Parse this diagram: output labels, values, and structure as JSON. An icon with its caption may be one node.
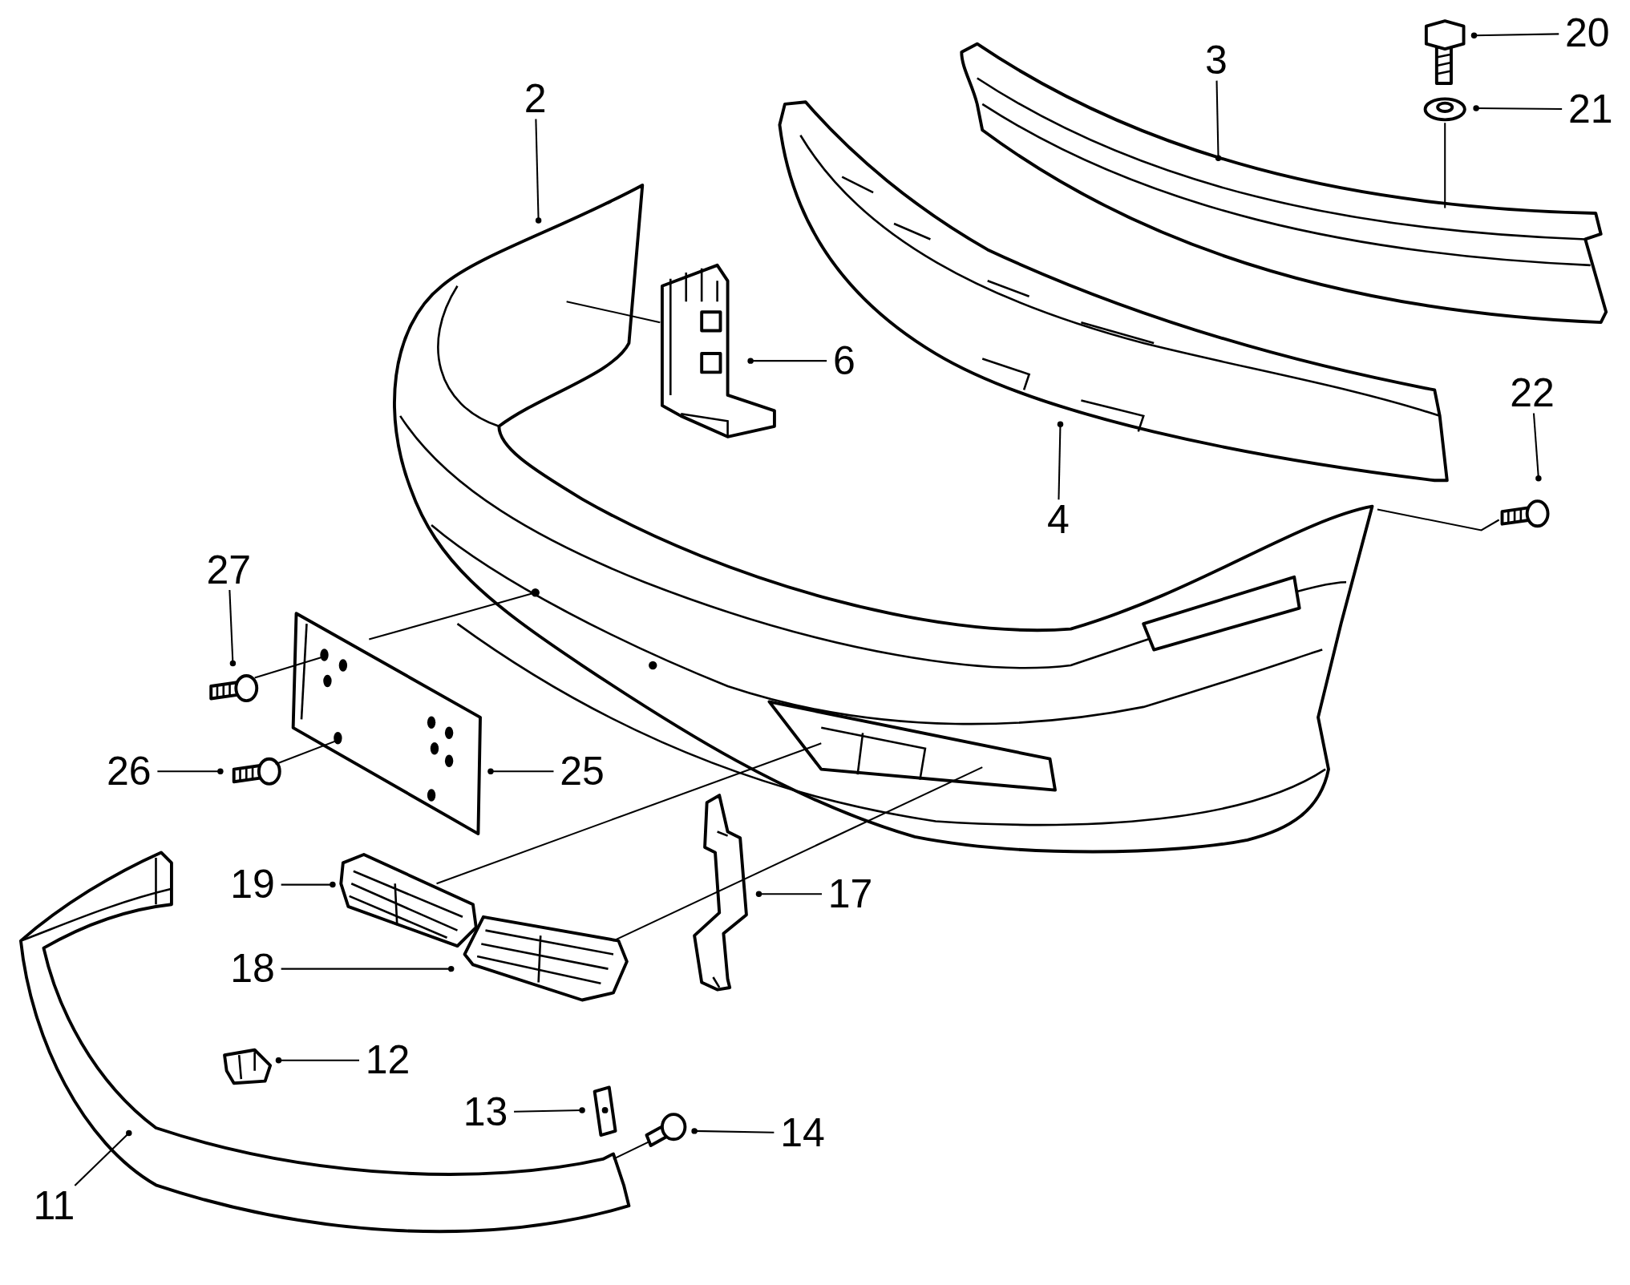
{
  "diagram": {
    "nodes": [
      {
        "text": [
          "2"
        ]
      },
      {
        "text": [
          "3"
        ]
      },
      {
        "text": [
          "20"
        ]
      },
      {
        "text": [
          "21"
        ]
      },
      {
        "text": [
          "6"
        ]
      },
      {
        "text": [
          "22"
        ]
      },
      {
        "text": [
          "4"
        ]
      },
      {
        "text": [
          "27"
        ]
      },
      {
        "text": [
          "26"
        ]
      },
      {
        "text": [
          "25"
        ]
      },
      {
        "text": [
          "19"
        ]
      },
      {
        "text": [
          "17"
        ]
      },
      {
        "text": [
          "18"
        ]
      },
      {
        "text": [
          "12"
        ]
      },
      {
        "text": [
          "13"
        ]
      },
      {
        "text": [
          "14"
        ]
      },
      {
        "text": [
          "11"
        ]
      },
      {
        "text": [],
        "shape": "picture"
      },
      {
        "text": [],
        "shape": "picture"
      },
      {
        "text": [],
        "shape": "picture"
      },
      {
        "text": [],
        "shape": "picture"
      },
      {
        "text": [],
        "shape": "picture"
      },
      {
        "text": [],
        "shape": "picture"
      },
      {
        "text": [],
        "shape": "picture"
      },
      {
        "text": [],
        "shape": "picture"
      },
      {
        "text": [],
        "shape": "picture"
      },
      {
        "text": [],
        "shape": "picture"
      },
      {
        "text": [],
        "shape": "picture"
      },
      {
        "text": [],
        "shape": "picture"
      },
      {
        "text": [],
        "shape": "picture"
      },
      {
        "text": [],
        "shape": "picture"
      },
      {
        "text": [],
        "shape": "picture"
      },
      {
        "text": [],
        "shape": "picture"
      },
      {
        "text": [],
        "shape": "picture"
      }
    ],
    "edges": [
      {
        "from": 0,
        "to": 17,
        "arrow": "other"
      },
      {
        "from": 1,
        "to": 18,
        "arrow": "other"
      },
      {
        "from": 2,
        "to": 19,
        "arrow": "other"
      },
      {
        "from": 3,
        "to": 20,
        "arrow": "other"
      },
      {
        "from": 4,
        "to": 21,
        "arrow": "other"
      },
      {
        "from": 5,
        "to": 23,
        "arrow": "other"
      },
      {
        "from": 6,
        "to": 22,
        "arrow": "other"
      },
      {
        "from": 7,
        "to": 24,
        "arrow": "other"
      },
      {
        "from": 8,
        "to": 25,
        "arrow": "other"
      },
      {
        "from": 9,
        "to": 26,
        "arrow": "other"
      },
      {
        "from": 10,
        "to": 27,
        "arrow": "other"
      },
      {
        "from": 11,
        "to": 28,
        "arrow": "other"
      },
      {
        "from": 12,
        "to": 29,
        "arrow": "other"
      },
      {
        "from": 13,
        "to": 31,
        "arrow": "other"
      },
      {
        "from": 14,
        "to": 32,
        "arrow": "other"
      },
      {
        "from": 15,
        "to": 33,
        "arrow": "other"
      },
      {
        "from": 16,
        "to": 30,
        "arrow": "other"
      },
      {
        "from": 21,
        "to": 17,
        "arrow": "none"
      },
      {
        "from": 20,
        "to": 18,
        "arrow": "none"
      },
      {
        "from": 23,
        "to": 17,
        "arrow": "none"
      },
      {
        "from": 26,
        "to": 17,
        "arrow": "none"
      },
      {
        "from": 24,
        "to": 26,
        "arrow": "none"
      },
      {
        "from": 25,
        "to": 26,
        "arrow": "none"
      },
      {
        "from": 27,
        "to": 17,
        "arrow": "none"
      },
      {
        "from": 29,
        "to": 17,
        "arrow": "none"
      },
      {
        "from": 33,
        "to": 30,
        "arrow": "none"
      }
    ]
  }
}
